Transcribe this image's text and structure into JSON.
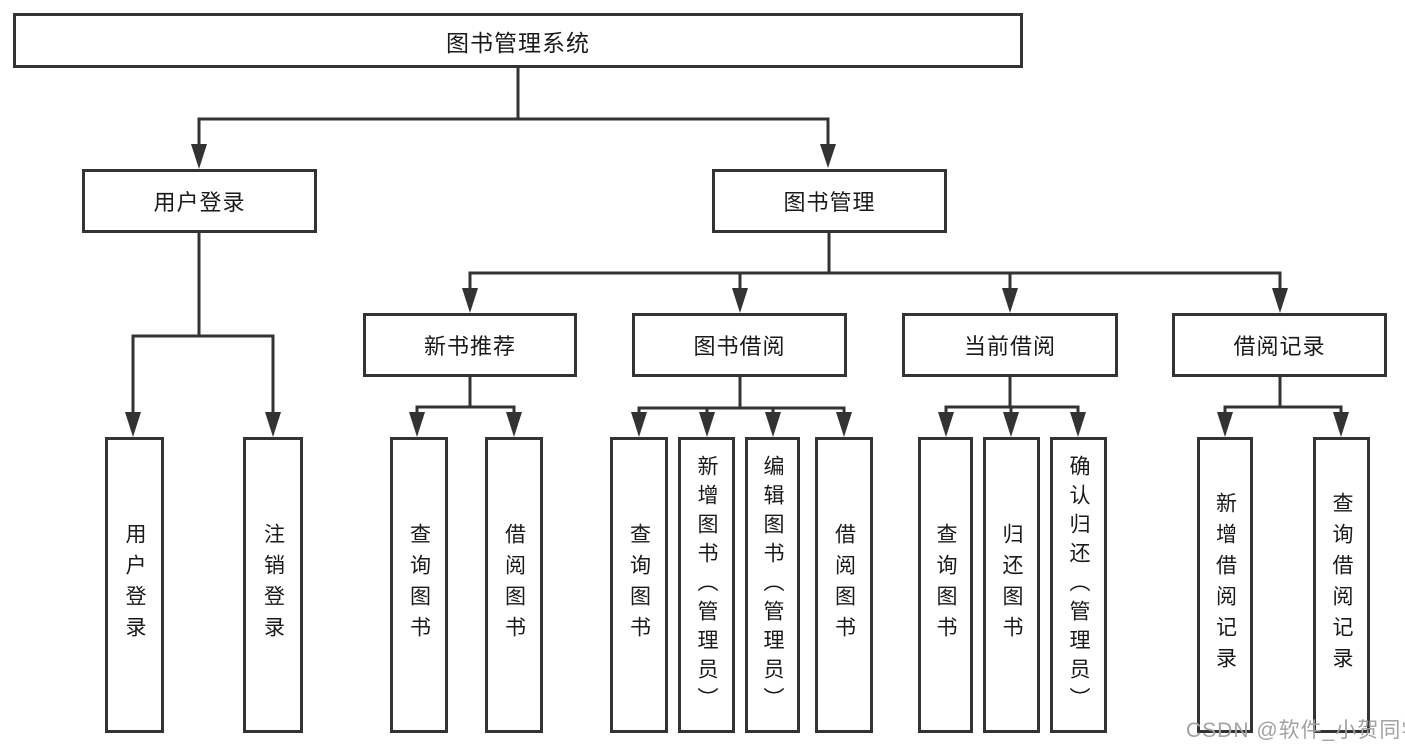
{
  "diagram": {
    "root": {
      "label": "图书管理系统"
    },
    "branches": [
      {
        "label": "用户登录",
        "children": [
          {
            "label": "用户登录"
          },
          {
            "label": "注销登录"
          }
        ]
      },
      {
        "label": "图书管理",
        "children": [
          {
            "label": "新书推荐",
            "children": [
              {
                "label": "查询图书"
              },
              {
                "label": "借阅图书"
              }
            ]
          },
          {
            "label": "图书借阅",
            "children": [
              {
                "label": "查询图书"
              },
              {
                "label": "新增图书（管理员）"
              },
              {
                "label": "编辑图书（管理员）"
              },
              {
                "label": "借阅图书"
              }
            ]
          },
          {
            "label": "当前借阅",
            "children": [
              {
                "label": "查询图书"
              },
              {
                "label": "归还图书"
              },
              {
                "label": "确认归还（管理员）"
              }
            ]
          },
          {
            "label": "借阅记录",
            "children": [
              {
                "label": "新增借阅记录"
              },
              {
                "label": "查询借阅记录"
              }
            ]
          }
        ]
      }
    ]
  },
  "watermark": {
    "text": "CSDN @软件_小贺同学"
  },
  "colors": {
    "stroke": "#333333",
    "text": "#1a1a1a",
    "background": "#ffffff",
    "watermark": "#a2a2a2"
  }
}
